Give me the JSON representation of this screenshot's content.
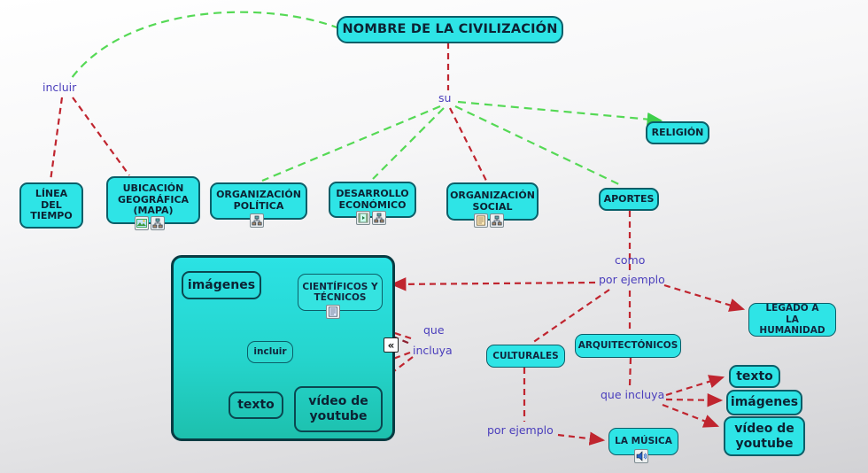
{
  "colors": {
    "node_fill": "#2ee4e6",
    "node_border": "#0b5e68",
    "container_top": "#2be2e4",
    "container_bottom": "#1dc0ad",
    "edge_green": "#55d955",
    "edge_red": "#c0252f",
    "link_text": "#4a3ebc",
    "node_text": "#0c2233"
  },
  "title": {
    "label": "NOMBRE DE LA CIVILIZACIÓN"
  },
  "link_labels": {
    "incluir": "incluir",
    "su": "su",
    "como": "como",
    "por_ejemplo": "por ejemplo",
    "que": "que",
    "incluya": "incluya",
    "que_incluya": "que incluya",
    "por_ejemplo_2": "por ejemplo"
  },
  "nodes": {
    "linea_tiempo": {
      "label": "LÍNEA\nDEL\nTIEMPO"
    },
    "ubicacion": {
      "label": "UBICACIÓN\nGEOGRÁFICA\n(MAPA)"
    },
    "org_politica": {
      "label": "ORGANIZACIÓN\nPOLÍTICA"
    },
    "des_economico": {
      "label": "DESARROLLO\nECONÓMICO"
    },
    "org_social": {
      "label": "ORGANIZACIÓN\nSOCIAL"
    },
    "aportes": {
      "label": "APORTES"
    },
    "religion": {
      "label": "RELIGIÓN"
    },
    "imagenes_left": {
      "label": "imágenes"
    },
    "cientificos": {
      "label": "CIENTÍFICOS Y\nTÉCNICOS"
    },
    "incluir_node": {
      "label": "incluir"
    },
    "texto_left": {
      "label": "texto"
    },
    "video_left": {
      "label": "vídeo de\nyoutube"
    },
    "culturales": {
      "label": "CULTURALES"
    },
    "arquitectonicos": {
      "label": "ARQUITECTÓNICOS"
    },
    "legado": {
      "label": "LEGADO A\nLA HUMANIDAD"
    },
    "texto_right": {
      "label": "texto"
    },
    "imagenes_right": {
      "label": "imágenes"
    },
    "video_right": {
      "label": "vídeo de\nyoutube"
    },
    "musica": {
      "label": "LA MÚSICA"
    }
  },
  "controls": {
    "collapse_glyph": "«"
  }
}
